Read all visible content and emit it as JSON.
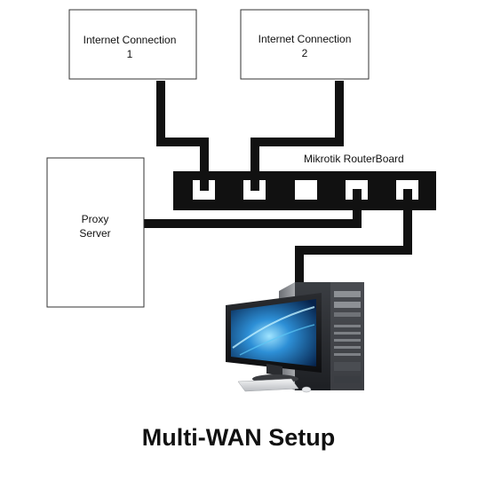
{
  "diagram": {
    "internet_1": {
      "line1": "Internet Connection",
      "line2": "1"
    },
    "internet_2": {
      "line1": "Internet Connection",
      "line2": "2"
    },
    "router": {
      "label": "Mikrotik RouterBoard"
    },
    "proxy": {
      "line1": "Proxy",
      "line2": "Server"
    },
    "computer_icon": "desktop-computer-icon",
    "caption": "Multi-WAN Setup"
  },
  "colors": {
    "cable": "#111111",
    "box_border": "#333333",
    "background": "#ffffff"
  }
}
